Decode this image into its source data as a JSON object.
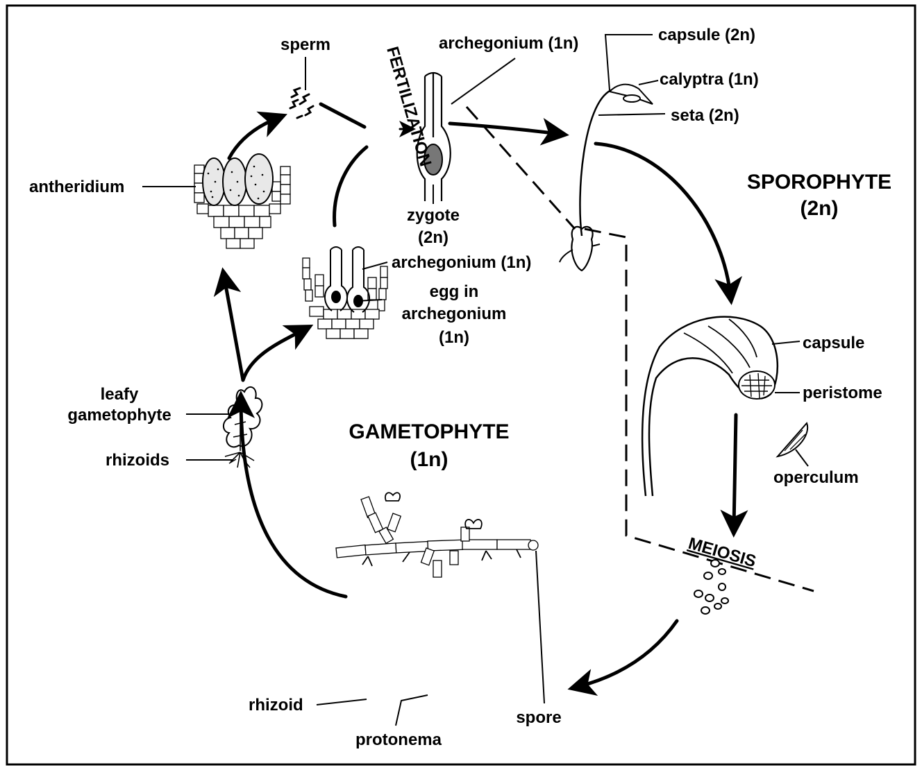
{
  "title": "",
  "labels": {
    "sperm": "sperm",
    "fertilization": "FERTILIZATION",
    "archegonium_top": "archegonium (1n)",
    "capsule_2n": "capsule (2n)",
    "calyptra": "calyptra (1n)",
    "seta": "seta (2n)",
    "antheridium": "antheridium",
    "zygote": "zygote",
    "zygote_ploidy": "(2n)",
    "archegonium_mid": "archegonium (1n)",
    "egg_in": "egg in",
    "egg_archegonium": "archegonium",
    "egg_ploidy": "(1n)",
    "sporophyte": "SPOROPHYTE",
    "sporophyte_ploidy": "(2n)",
    "capsule": "capsule",
    "peristome": "peristome",
    "operculum": "operculum",
    "meiosis": "MEIOSIS",
    "leafy": "leafy",
    "gametophyte_small": "gametophyte",
    "rhizoids": "rhizoids",
    "gametophyte_big": "GAMETOPHYTE",
    "gametophyte_ploidy": "(1n)",
    "rhizoid": "rhizoid",
    "protonema": "protonema",
    "spore": "spore"
  },
  "stages": [
    "antheridium",
    "sperm",
    "archegonium",
    "zygote",
    "sporophyte",
    "capsule",
    "spore",
    "protonema",
    "leafy gametophyte"
  ]
}
